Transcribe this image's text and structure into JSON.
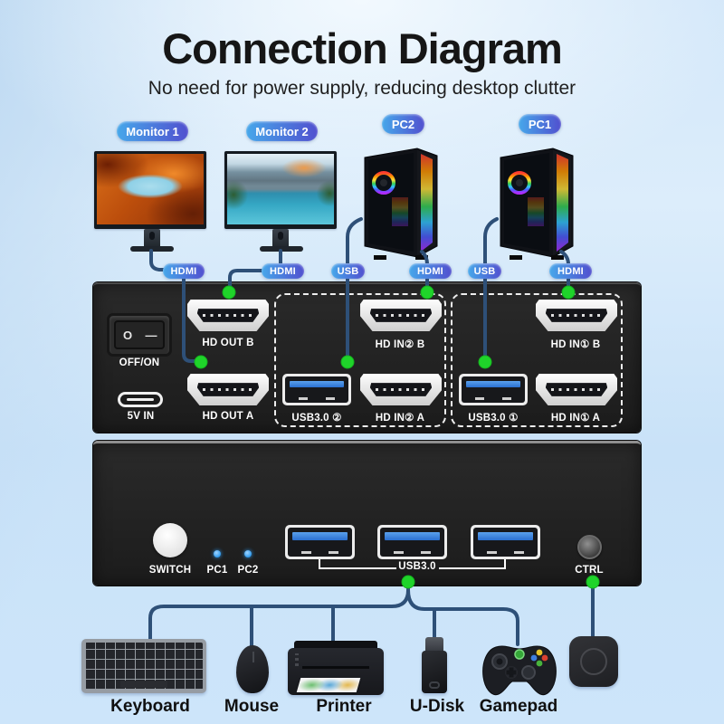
{
  "header": {
    "title": "Connection Diagram",
    "subtitle": "No need for power supply, reducing desktop clutter"
  },
  "sources": [
    "Monitor 1",
    "Monitor 2",
    "PC2",
    "PC1"
  ],
  "cable_labels": [
    "HDMI",
    "HDMI",
    "USB",
    "HDMI",
    "USB",
    "HDMI"
  ],
  "rear_panel": {
    "power_switch": {
      "label": "OFF/ON",
      "off_symbol": "O",
      "on_symbol": "—"
    },
    "dc_in_label": "5V IN",
    "ports": [
      {
        "label": "HD OUT B",
        "type": "hdmi"
      },
      {
        "label": "HD OUT A",
        "type": "hdmi"
      },
      {
        "label": "USB3.0 ②",
        "type": "usb"
      },
      {
        "label": "HD IN② B",
        "type": "hdmi"
      },
      {
        "label": "HD IN② A",
        "type": "hdmi"
      },
      {
        "label": "USB3.0 ①",
        "type": "usb"
      },
      {
        "label": "HD IN① B",
        "type": "hdmi"
      },
      {
        "label": "HD IN① A",
        "type": "hdmi"
      }
    ]
  },
  "front_panel": {
    "switch_label": "SWITCH",
    "leds": [
      "PC1",
      "PC2"
    ],
    "usb_hub_label": "USB3.0",
    "ctrl_label": "CTRL"
  },
  "peripherals": [
    {
      "label": "Keyboard",
      "icon": "keyboard-icon"
    },
    {
      "label": "Mouse",
      "icon": "mouse-icon"
    },
    {
      "label": "Printer",
      "icon": "printer-icon"
    },
    {
      "label": "U-Disk",
      "icon": "udisk-icon"
    },
    {
      "label": "Gamepad",
      "icon": "gamepad-icon"
    }
  ],
  "colors": {
    "background_blue": "#cde5fa",
    "badge_gradient_start": "#46a7ea",
    "badge_gradient_end": "#5150cf",
    "cable_blue": "#2e5078",
    "connector_dot_green": "#1fd42a",
    "led_blue": "#2f9bf0",
    "usb_tongue_blue": "#2a6fd0",
    "panel_black": "#1c1c1c"
  }
}
